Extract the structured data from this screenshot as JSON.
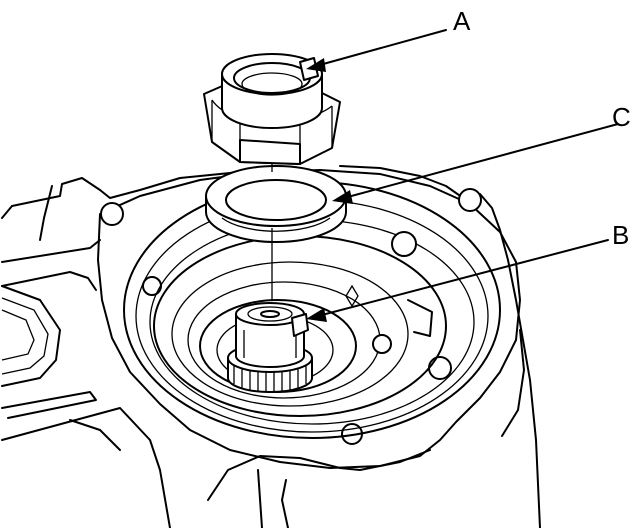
{
  "callouts": {
    "a": "A",
    "b": "B",
    "c": "C"
  },
  "colors": {
    "line": "#000000",
    "background": "#ffffff",
    "shade": "#e9e9e9"
  }
}
